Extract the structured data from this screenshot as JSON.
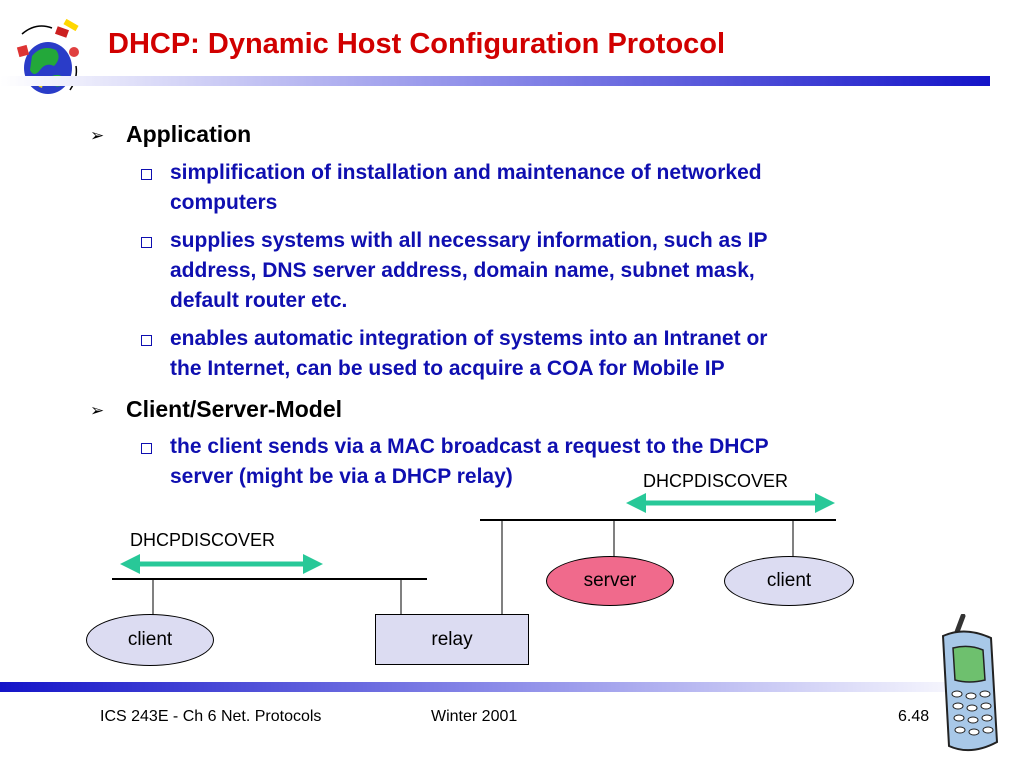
{
  "slide": {
    "title": "DHCP: Dynamic Host Configuration Protocol",
    "sections": [
      {
        "heading": "Application",
        "items": [
          [
            "simplification of installation and maintenance of networked",
            "computers"
          ],
          [
            "supplies systems with all necessary information, such as IP",
            "address, DNS server address, domain name, subnet mask,",
            "default router etc."
          ],
          [
            "enables automatic integration of systems into an Intranet or",
            "the Internet, can be used to acquire a COA for Mobile IP"
          ]
        ]
      },
      {
        "heading": "Client/Server-Model",
        "items": [
          [
            "the client sends via a MAC broadcast a request to the DHCP",
            "server (might be via a DHCP relay)"
          ]
        ]
      }
    ]
  },
  "diagram": {
    "left_message": "DHCPDISCOVER",
    "right_message": "DHCPDISCOVER",
    "nodes": {
      "left_client": "client",
      "relay": "relay",
      "server": "server",
      "right_client": "client"
    },
    "colors": {
      "arrow": "#28c898",
      "server_fill": "#f06a8c",
      "client_fill": "#dcdcf2",
      "relay_fill": "#dcdcf2"
    }
  },
  "footer": {
    "course": "ICS 243E - Ch 6 Net. Protocols",
    "term": "Winter 2001",
    "page": "6.48"
  },
  "icons": [
    "globe-network-icon",
    "mobile-phone-icon"
  ]
}
